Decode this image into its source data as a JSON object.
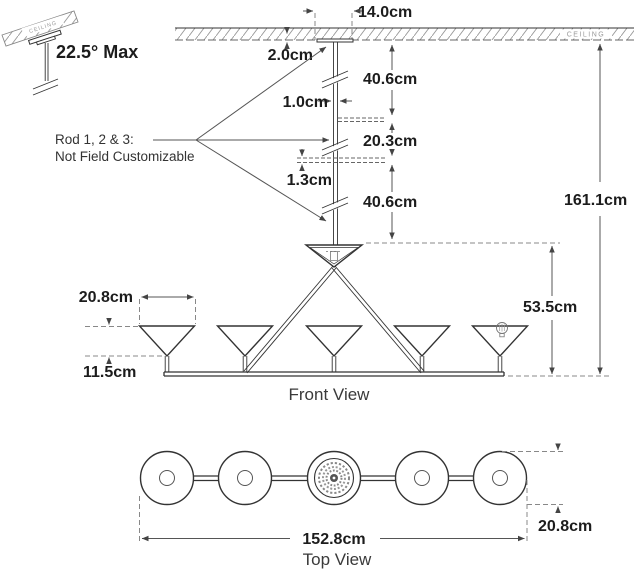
{
  "labels": {
    "angle_max": "22.5° Max",
    "ceiling": "CEILING",
    "ceiling_sloped": "CEILING",
    "rod_note_1": "Rod 1, 2 & 3:",
    "rod_note_2": "Not Field Customizable",
    "front_view": "Front View",
    "top_view": "Top View"
  },
  "dimensions": {
    "canopy_width": "14.0cm",
    "canopy_height": "2.0cm",
    "rod_upper_length": "40.6cm",
    "rod_diameter": "1.0cm",
    "rod_middle_length": "20.3cm",
    "coupler_height": "1.3cm",
    "rod_lower_length": "40.6cm",
    "overall_height": "161.1cm",
    "fixture_height": "53.5cm",
    "shade_width": "20.8cm",
    "shade_height": "11.5cm",
    "overall_length": "152.8cm",
    "shade_diameter": "20.8cm"
  },
  "colors": {
    "line": "#333333",
    "dimension": "#555555",
    "hatch": "#999999"
  }
}
